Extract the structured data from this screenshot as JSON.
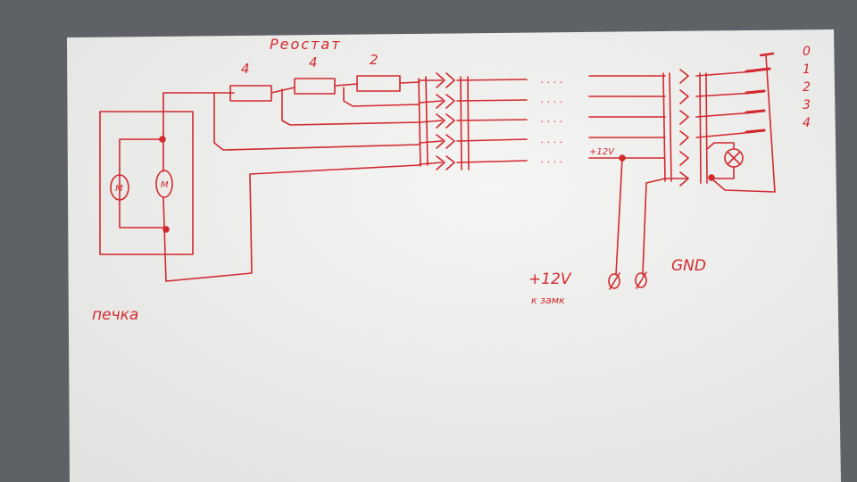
{
  "colors": {
    "ink": "#d2292e",
    "paper": "#f1f1ef",
    "background": "#5e6166"
  },
  "labels": {
    "title": "Реостат",
    "resistor_1": "4",
    "resistor_2": "4",
    "resistor_3": "2",
    "motor_1": "M",
    "motor_2": "M",
    "motor_label": "печка",
    "dots": ". . . .",
    "supply_small": "+12V",
    "supply": "+12V",
    "supply_note": "к замк",
    "ground": "GND",
    "pos_0": "0",
    "pos_1": "1",
    "pos_2": "2",
    "pos_3": "3",
    "pos_4": "4"
  }
}
